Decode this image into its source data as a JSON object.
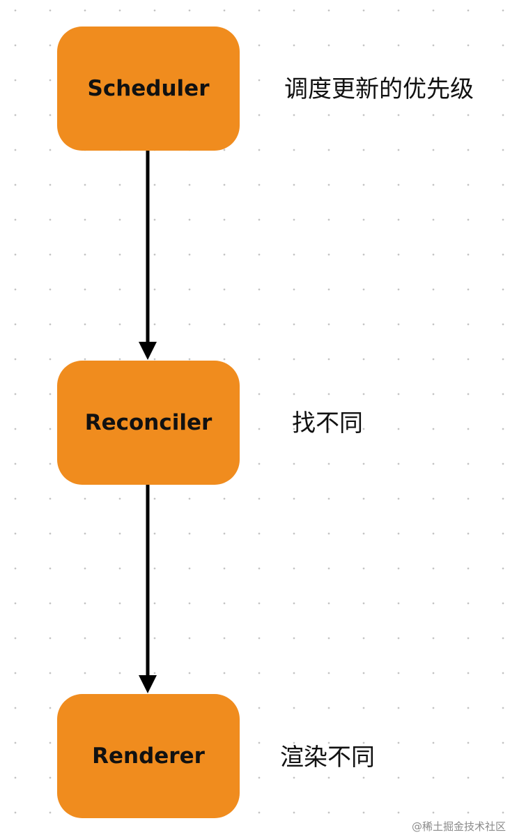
{
  "diagram": {
    "node_color": "#f08c1e",
    "edge_color": "#000000",
    "nodes": [
      {
        "label": "Scheduler",
        "note": "调度更新的优先级"
      },
      {
        "label": "Reconciler",
        "note": "找不同"
      },
      {
        "label": "Renderer",
        "note": "渲染不同"
      }
    ],
    "edges": [
      {
        "from": "Scheduler",
        "to": "Reconciler"
      },
      {
        "from": "Reconciler",
        "to": "Renderer"
      }
    ]
  },
  "watermark": "@稀土掘金技术社区"
}
